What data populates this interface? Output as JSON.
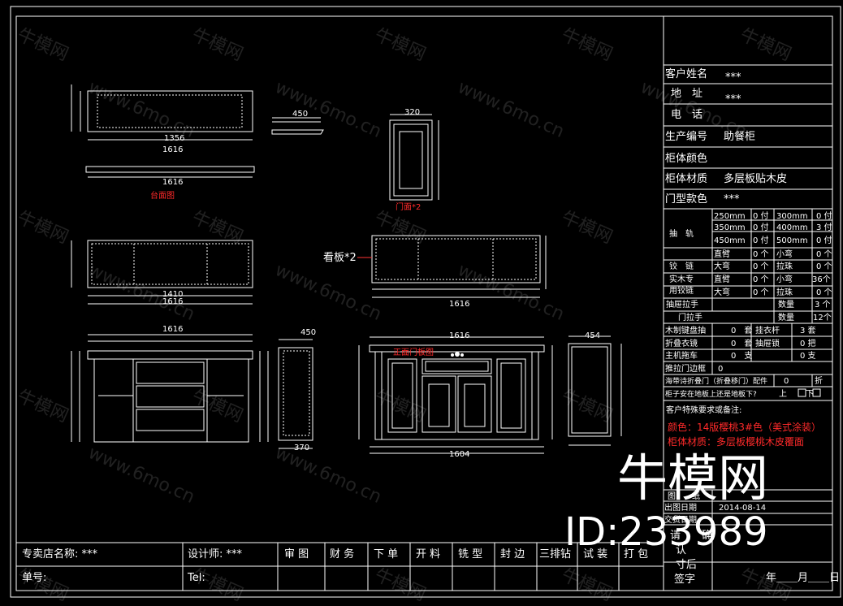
{
  "watermark": "牛模网",
  "watermark_url": "www.6mo.cn",
  "drawing": {
    "label_top": "台面图",
    "label_door": "门面*2",
    "label_front": "正面门板图",
    "back_panel": "看板*2"
  },
  "dims": {
    "d1616a": "1616",
    "d1616b": "1616",
    "d1356": "1356",
    "d450": "450",
    "d320": "320",
    "d1410": "1410",
    "d1616c": "1616",
    "d1616d": "1616",
    "d1616e": "1616",
    "d1616f": "1616",
    "d1604": "1604",
    "d450b": "450",
    "d454": "454",
    "d370": "370"
  },
  "title_block": {
    "customer_name_label": "客户姓名",
    "customer_name_value": "***",
    "address_label": "地　址",
    "address_value": "***",
    "phone_label": "电　话",
    "order_no_label": "生产编号",
    "order_no_value": "助餐柜",
    "cabinet_color_label": "柜体颜色",
    "cabinet_material_label": "柜体材质",
    "cabinet_material_value": "多层板贴木皮",
    "door_style_label": "门型款色",
    "door_style_value": "***",
    "rail_label": "抽　轨",
    "rails": [
      {
        "a": "250mm",
        "b": "0 付",
        "c": "300mm",
        "d": "0 付"
      },
      {
        "a": "350mm",
        "b": "0 付",
        "c": "400mm",
        "d": "3 付"
      },
      {
        "a": "450mm",
        "b": "0 付",
        "c": "500mm",
        "d": "0 付"
      }
    ],
    "hinge_label": "铰　链",
    "solid_hinge_label": "实木专",
    "hinge_use_label": "用铰链",
    "hinges": [
      {
        "a": "直臂",
        "b": "0 个",
        "c": "小弯",
        "d": "0 个"
      },
      {
        "a": "大弯",
        "b": "0 个",
        "c": "拉珠",
        "d": "0 个"
      },
      {
        "a": "直臂",
        "b": "0 个",
        "c": "小弯",
        "d": "36个"
      },
      {
        "a": "大弯",
        "b": "0 个",
        "c": "拉珠",
        "d": "0 个"
      }
    ],
    "drawer_handle_label": "抽屉拉手",
    "qty_label": "数量",
    "drawer_handle_qty": "3 个",
    "door_handle_label": "门拉手",
    "door_handle_qty": "12个",
    "extras": [
      {
        "a": "木制键盘抽",
        "b": "0　套",
        "c": "挂衣杆",
        "d": "3 套"
      },
      {
        "a": "折叠衣镜",
        "b": "0　套",
        "c": "抽屉锁",
        "d": "0 把"
      },
      {
        "a": "主机拖车",
        "b": "0　支",
        "c": "",
        "d": "0 支"
      },
      {
        "a": "推拉门边框",
        "b": "0",
        "c": "",
        "d": ""
      }
    ],
    "folding_door_label": "海带诗折叠门（折叠移门）配件",
    "folding_door_value": "0",
    "folding_door_unit": "折",
    "base_position_label": "柜子安在地板上还是地板下?",
    "base_top": "上",
    "base_bottom": "下",
    "special_req_label": "客户特殊要求或备注:",
    "note_color": "颜色：14版樱桃3#色（美式涂装）",
    "note_material": "柜体材质：多层板樱桃木皮覆面",
    "draw_label_short": "图　　纸",
    "draw_date_label": "出图日期",
    "draw_date": "2014-08-14",
    "customer_date_label": "交货日期",
    "confirm_label": "请　　确",
    "confirm_label_b": "认",
    "confirm_label_c": "寸后",
    "signature_label": "签字",
    "date_format": "年＿＿月＿＿日"
  },
  "footer": {
    "store_name": "专卖店名称: ***",
    "designer": "设计师: ***",
    "order_number": "单号:",
    "tel": "Tel:",
    "stages": [
      "审 图",
      "财 务",
      "下 单",
      "开 料",
      "铣 型",
      "封 边",
      "三排钻",
      "试 装",
      "打 包"
    ]
  },
  "overlay": {
    "brand": "牛模网",
    "id": "ID:233989"
  }
}
